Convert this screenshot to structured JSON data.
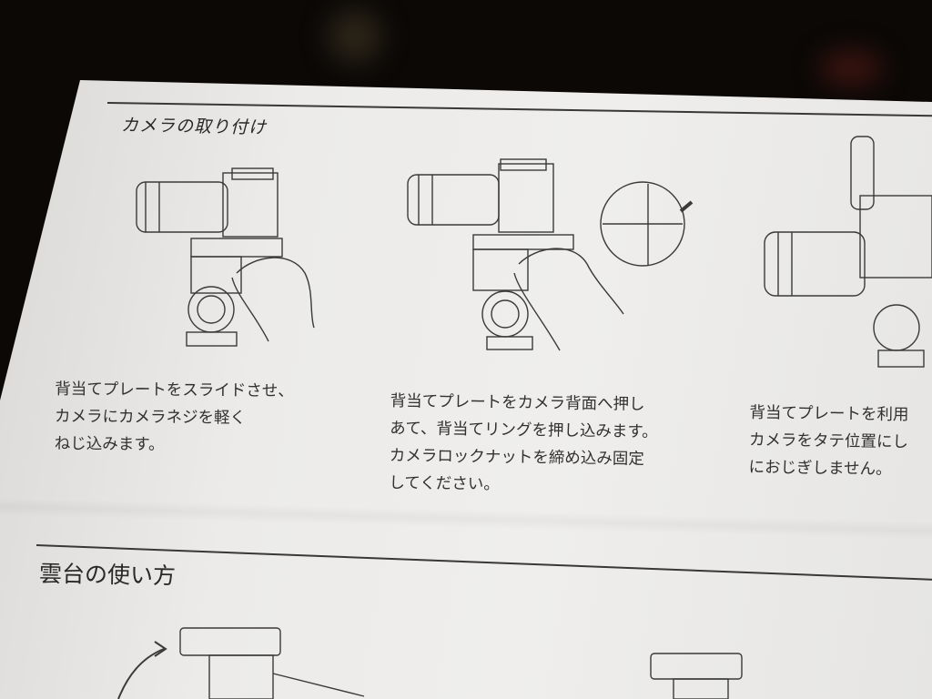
{
  "section1": {
    "title": "カメラの取り付け",
    "steps": [
      {
        "lines": [
          "背当てプレートをスライドさせ、",
          "カメラにカメラネジを軽く",
          "ねじ込みます。"
        ]
      },
      {
        "lines": [
          "背当てプレートをカメラ背面へ押し",
          "あて、背当てリングを押し込みます。",
          "カメラロックナットを締め込み固定",
          "してください。"
        ]
      },
      {
        "lines": [
          "背当てプレートを利用",
          "カメラをタテ位置にし",
          "におじぎしません。"
        ]
      }
    ]
  },
  "section2": {
    "title": "雲台の使い方"
  }
}
